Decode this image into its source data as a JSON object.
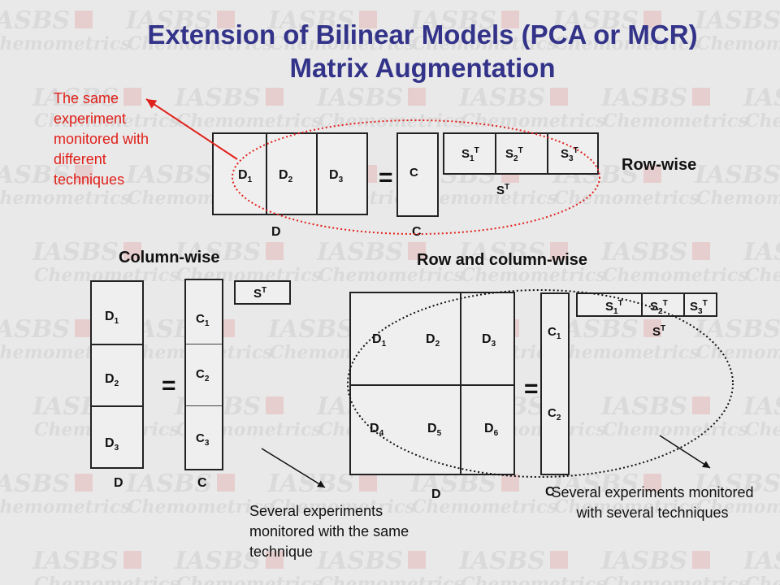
{
  "title_line1": "Extension of Bilinear Models (PCA or MCR)",
  "title_line2": "Matrix Augmentation",
  "watermark": {
    "line1": "IASBS",
    "line2": "Chemometrics"
  },
  "red_note": "The same experiment monitored with different techniques",
  "row_wise": {
    "heading": "Row-wise",
    "d_cells": [
      "D1",
      "D2",
      "D3"
    ],
    "d_label": "D",
    "c_cell": "C",
    "c_label": "C",
    "s_cells": [
      "S1T",
      "S2T",
      "S3T"
    ],
    "s_label": "ST"
  },
  "column_wise": {
    "heading": "Column-wise",
    "d_cells": [
      "D1",
      "D2",
      "D3"
    ],
    "d_label": "D",
    "c_cells": [
      "C1",
      "C2",
      "C3"
    ],
    "c_label": "C",
    "s_cell": "ST",
    "note": "Several experiments monitored with the same technique"
  },
  "row_col_wise": {
    "heading": "Row and column-wise",
    "d_cells": [
      "D1",
      "D2",
      "D3",
      "D4",
      "D5",
      "D6"
    ],
    "d_label": "D",
    "c_cells": [
      "C1",
      "C2"
    ],
    "c_label": "C",
    "s_cells": [
      "S1T",
      "S2T",
      "S3T"
    ],
    "s_label": "ST",
    "note": "Several experiments monitored with several techniques"
  },
  "equals": "="
}
